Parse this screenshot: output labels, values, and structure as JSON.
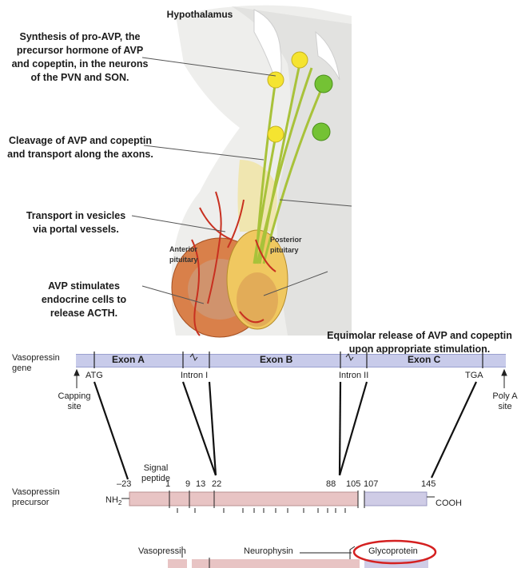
{
  "illustration": {
    "title": "Hypothalamus",
    "steps": [
      "Synthesis of pro-AVP, the precursor hormone of AVP and copeptin, in the neurons of the PVN and SON.",
      "Cleavage of AVP and copeptin and transport along the axons.",
      "Transport in vesicles via portal vessels.",
      "AVP stimulates endocrine cells to release ACTH.",
      "Equimolar release of AVP and copeptin upon appropriate stimulation."
    ],
    "anterior": "Anterior pituitary",
    "posterior": "Posterior pituitary"
  },
  "gene": {
    "label_line1": "Vasopressin",
    "label_line2": "gene",
    "exons": [
      "Exon A",
      "Exon B",
      "Exon C"
    ],
    "introns": [
      "Intron I",
      "Intron II"
    ],
    "atg": "ATG",
    "tga": "TGA",
    "capping": "Capping site",
    "polya": "Poly A site"
  },
  "precursor": {
    "label_line1": "Vasopressin",
    "label_line2": "precursor",
    "nh2": "NH",
    "nh2_sub": "2",
    "cooh": "COOH",
    "signal": "Signal peptide",
    "positions": [
      "–23",
      "1",
      "9",
      "13",
      "22",
      "88",
      "105",
      "107",
      "145"
    ]
  },
  "products": {
    "vasopressin": "Vasopressin",
    "neurophysin": "Neurophysin",
    "glycoprotein": "Glycoprotein"
  },
  "colors": {
    "exon": "#c8cbea",
    "precursor": "#e8c4c4",
    "glycoprotein_bar": "#cfcce6",
    "highlight": "#d42020"
  }
}
